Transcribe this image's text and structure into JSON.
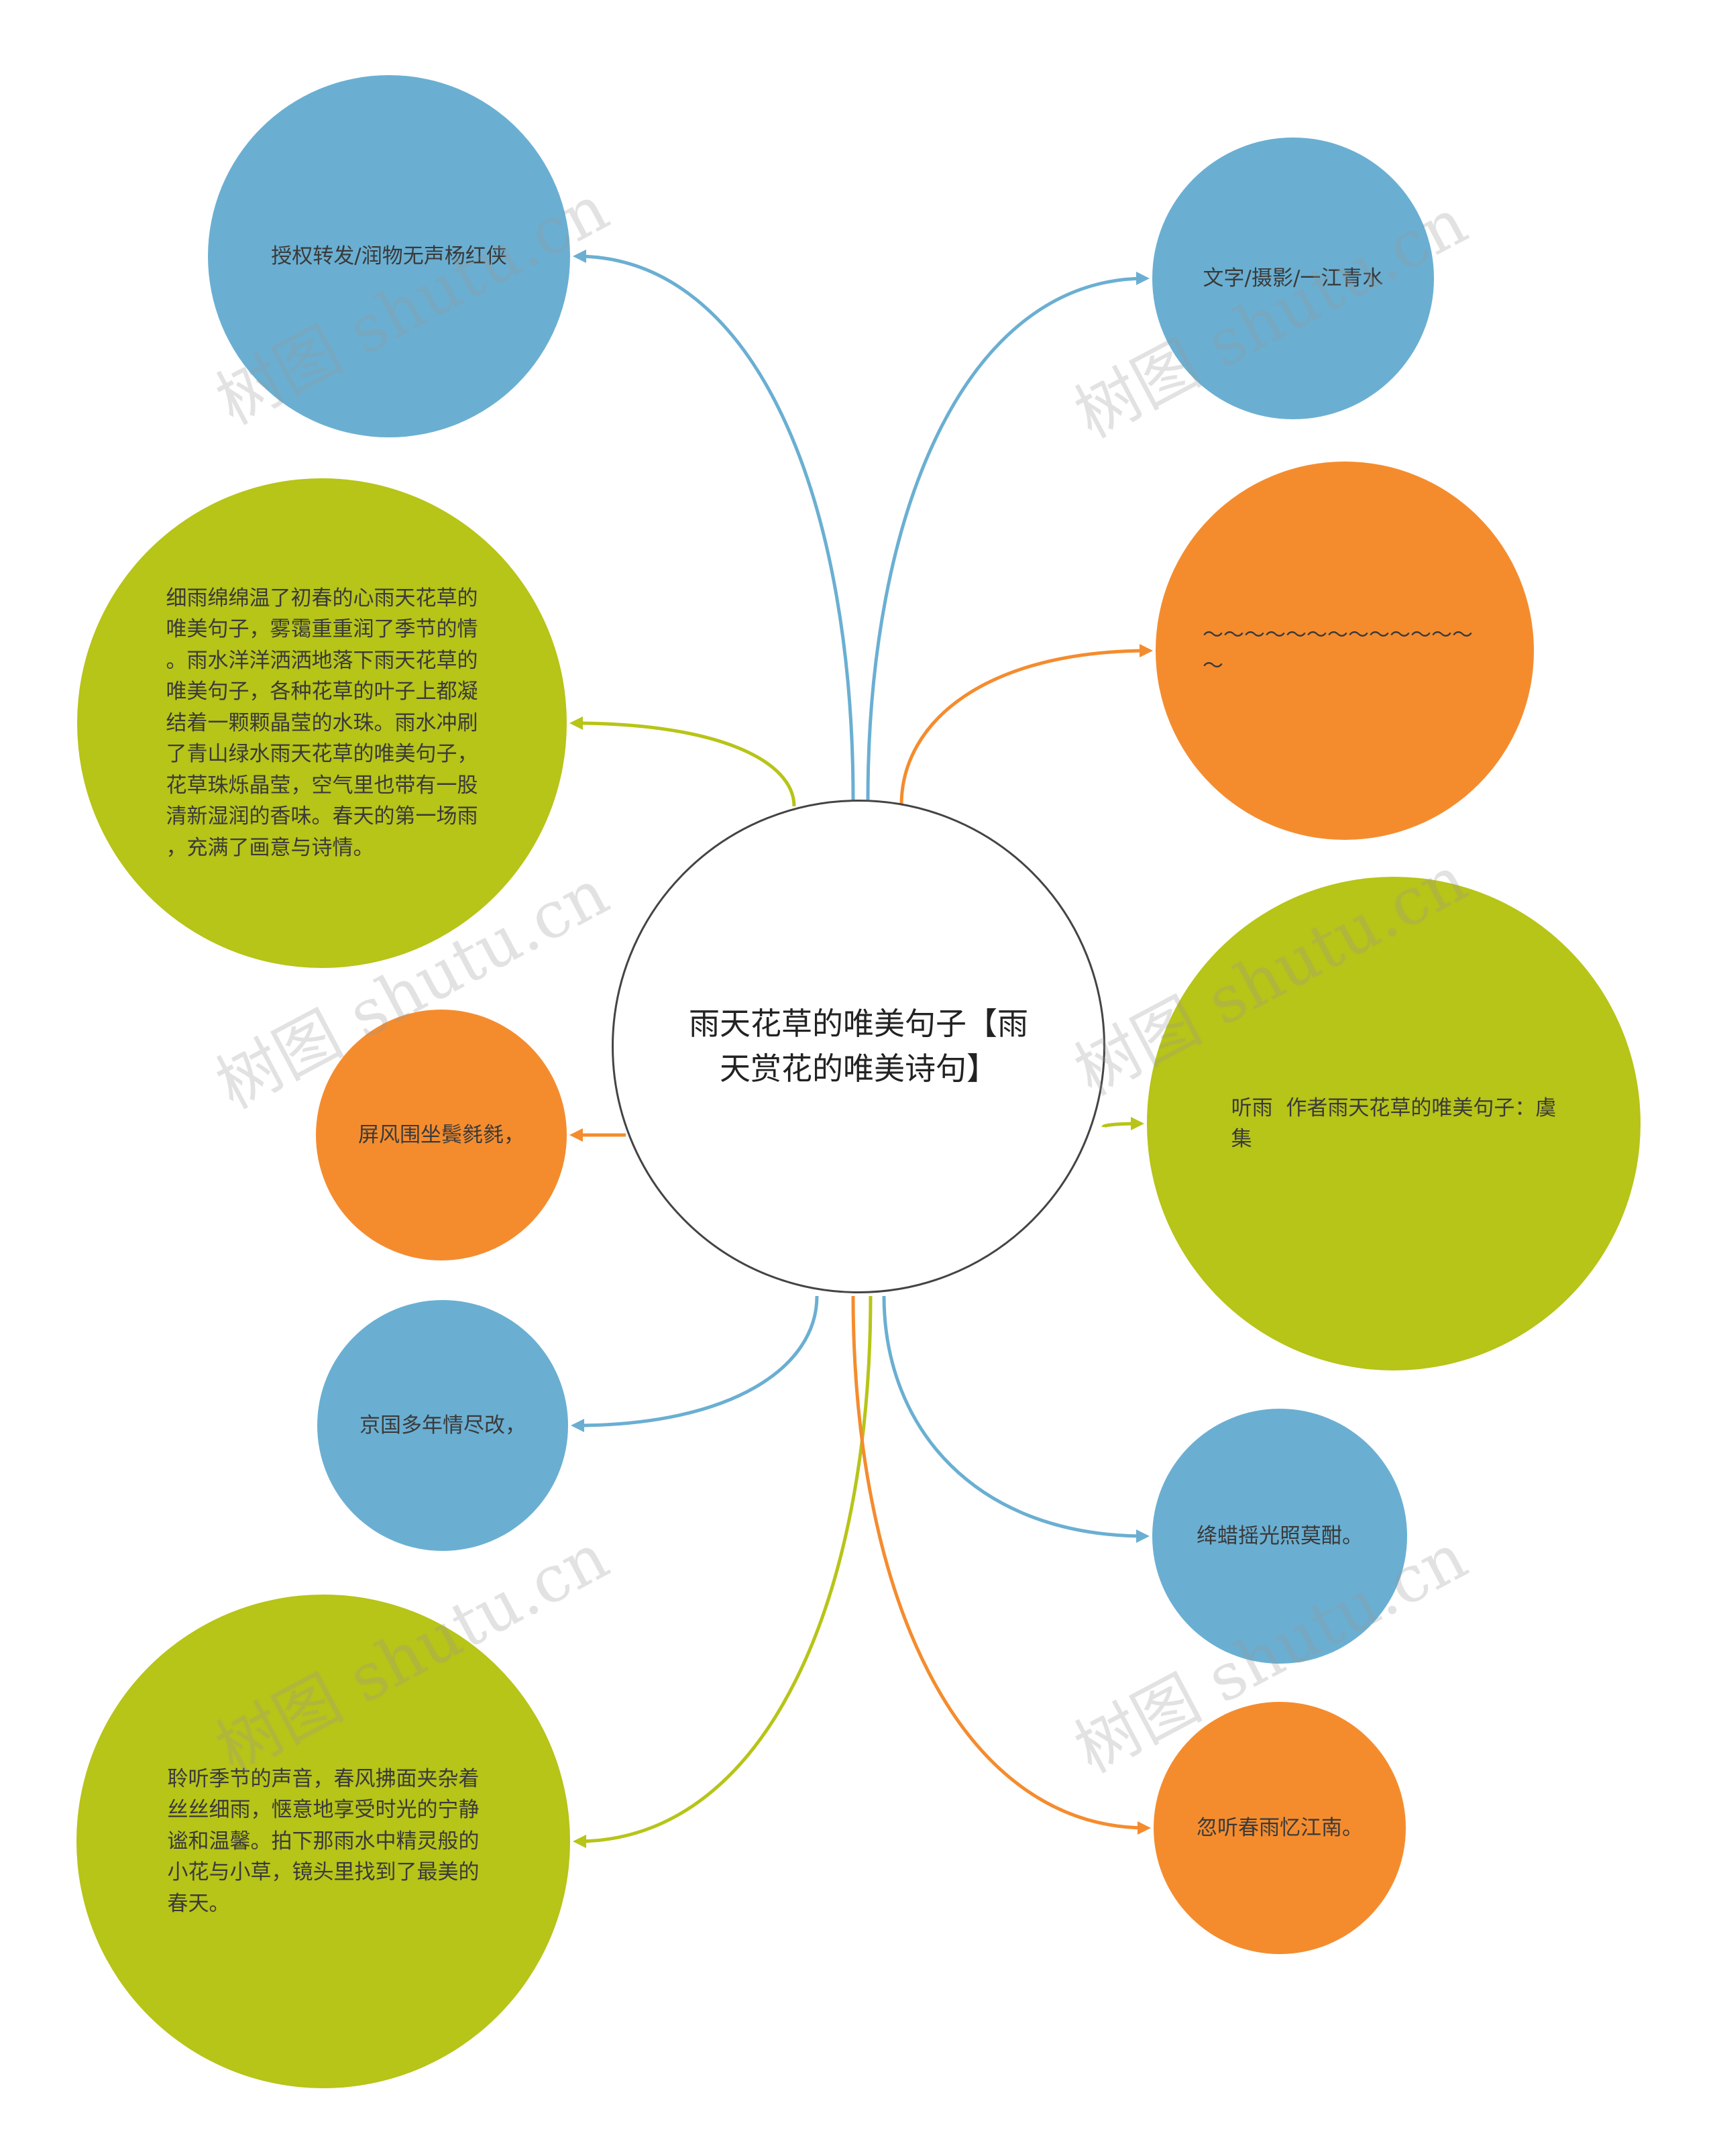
{
  "colors": {
    "blue": "#6aafd2",
    "orange": "#f48c2e",
    "green": "#b7c418"
  },
  "center": {
    "text": "雨天花草的唯美句子【雨\n天赏花的唯美诗句】"
  },
  "nodes": [
    {
      "id": "shouquan",
      "text": "授权转发/润物无声杨红侠",
      "color": "blue"
    },
    {
      "id": "wenzi",
      "text": "文字/摄影/一江青水",
      "color": "blue"
    },
    {
      "id": "xiyu",
      "text": "细雨绵绵温了初春的心雨天花草的\n唯美句子，雾霭重重润了季节的情\n。雨水洋洋洒洒地落下雨天花草的\n唯美句子，各种花草的叶子上都凝\n结着一颗颗晶莹的水珠。雨水冲刷\n了青山绿水雨天花草的唯美句子，\n花草珠烁晶莹，空气里也带有一股\n清新湿润的香味。春天的第一场雨\n，充满了画意与诗情。",
      "color": "green"
    },
    {
      "id": "tilde",
      "text": "～～～～～～～～～～～～～～",
      "color": "orange"
    },
    {
      "id": "tingyu",
      "text": "听雨  作者雨天花草的唯美句子：虞\n集",
      "color": "green"
    },
    {
      "id": "pingfeng",
      "text": "屏风围坐鬓毵毵，",
      "color": "orange"
    },
    {
      "id": "jingguo",
      "text": "京国多年情尽改，",
      "color": "blue"
    },
    {
      "id": "jiangla",
      "text": "绛蜡摇光照莫酣。",
      "color": "blue"
    },
    {
      "id": "lingting",
      "text": "聆听季节的声音，春风拂面夹杂着\n丝丝细雨，惬意地享受时光的宁静\n谧和温馨。拍下那雨水中精灵般的\n小花与小草，镜头里找到了最美的\n春天。",
      "color": "green"
    },
    {
      "id": "hutingchun",
      "text": "忽听春雨忆江南。",
      "color": "orange"
    }
  ],
  "watermark": "树图 shutu.cn"
}
